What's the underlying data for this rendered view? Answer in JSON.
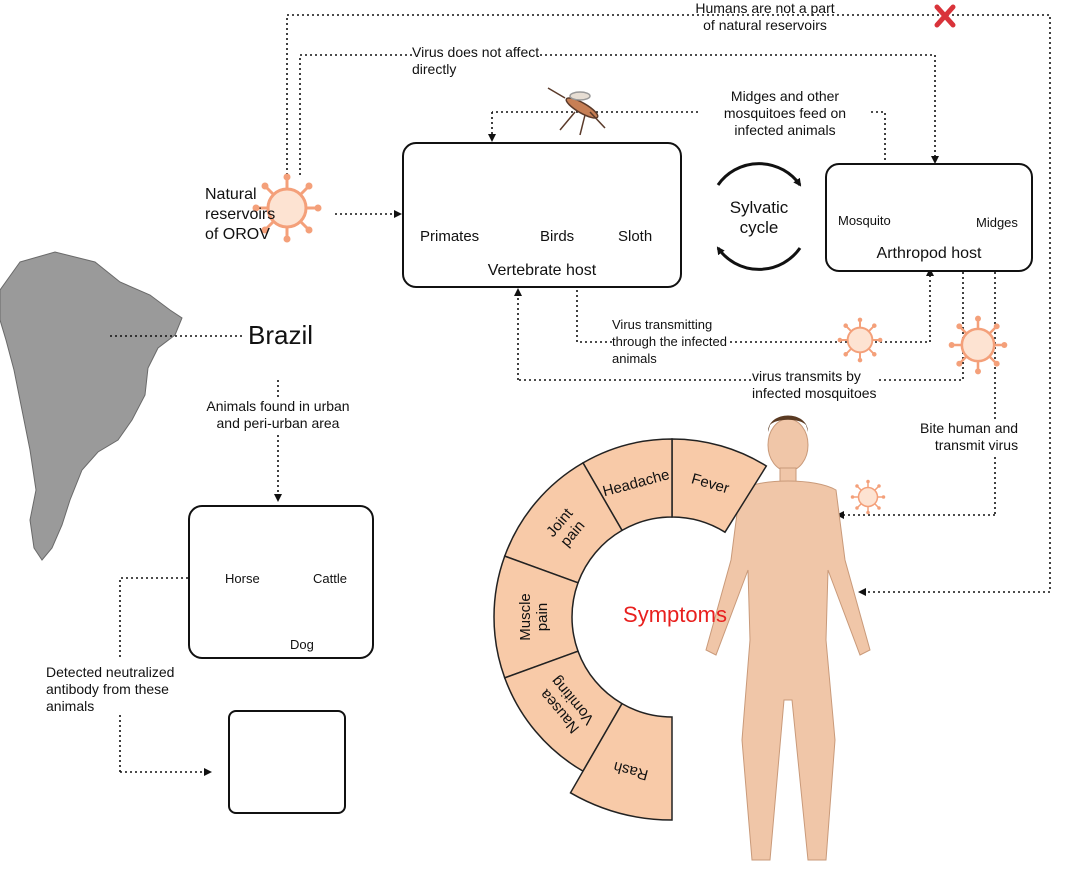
{
  "reservoir": {
    "label_line1": "Natural",
    "label_line2": "reservoirs",
    "label_line3": "of OROV"
  },
  "notes": {
    "humans_line1": "Humans are not a part",
    "humans_line2": "of natural reservoirs",
    "virus_affect_line1": "Virus does not affect",
    "virus_affect_line2": "directly",
    "midges_line1": "Midges and other",
    "midges_line2": "mosquitoes feed on",
    "midges_line3": "infected animals",
    "transmitting_line1": "Virus transmitting",
    "transmitting_line2": "through the  infected",
    "transmitting_line3": "animals",
    "transmits_line1": "virus   transmits   by",
    "transmits_line2": "infected mosquitoes",
    "bite_line1": "Bite human and",
    "bite_line2": "transmit virus",
    "urban_line1": "Animals found in urban",
    "urban_line2": "and peri-urban area",
    "antibody_line1": "Detected neutralized",
    "antibody_line2": "antibody from these",
    "antibody_line3": "animals"
  },
  "vertebrate_host": {
    "title": "Vertebrate host",
    "animals": [
      "Primates",
      "Birds",
      "Sloth"
    ]
  },
  "sylvatic_cycle": {
    "line1": "Sylvatic",
    "line2": "cycle"
  },
  "arthropod_host": {
    "title": "Arthropod host",
    "insects": [
      "Mosquito",
      "Midges"
    ]
  },
  "brazil": {
    "label": "Brazil"
  },
  "domestic_animals": [
    "Horse",
    "Cattle",
    "Dog"
  ],
  "symptoms": {
    "title": "Symptoms",
    "items": [
      {
        "l1": "Fever",
        "l2": ""
      },
      {
        "l1": "Headache",
        "l2": ""
      },
      {
        "l1": "Joint",
        "l2": "pain"
      },
      {
        "l1": "Muscle",
        "l2": "pain"
      },
      {
        "l1": "Nausea",
        "l2": "Vomiting"
      },
      {
        "l1": "Rash",
        "l2": ""
      }
    ]
  },
  "colors": {
    "virus_orange": "#f4a07a",
    "virus_fill": "#fde3d2",
    "segment_fill": "#f8caa8",
    "segment_stroke": "#222222",
    "symptoms_red": "#e8201e",
    "cross_red": "#d9333a",
    "map_gray": "#9a9a9a",
    "skin": "#f0c6a8"
  }
}
